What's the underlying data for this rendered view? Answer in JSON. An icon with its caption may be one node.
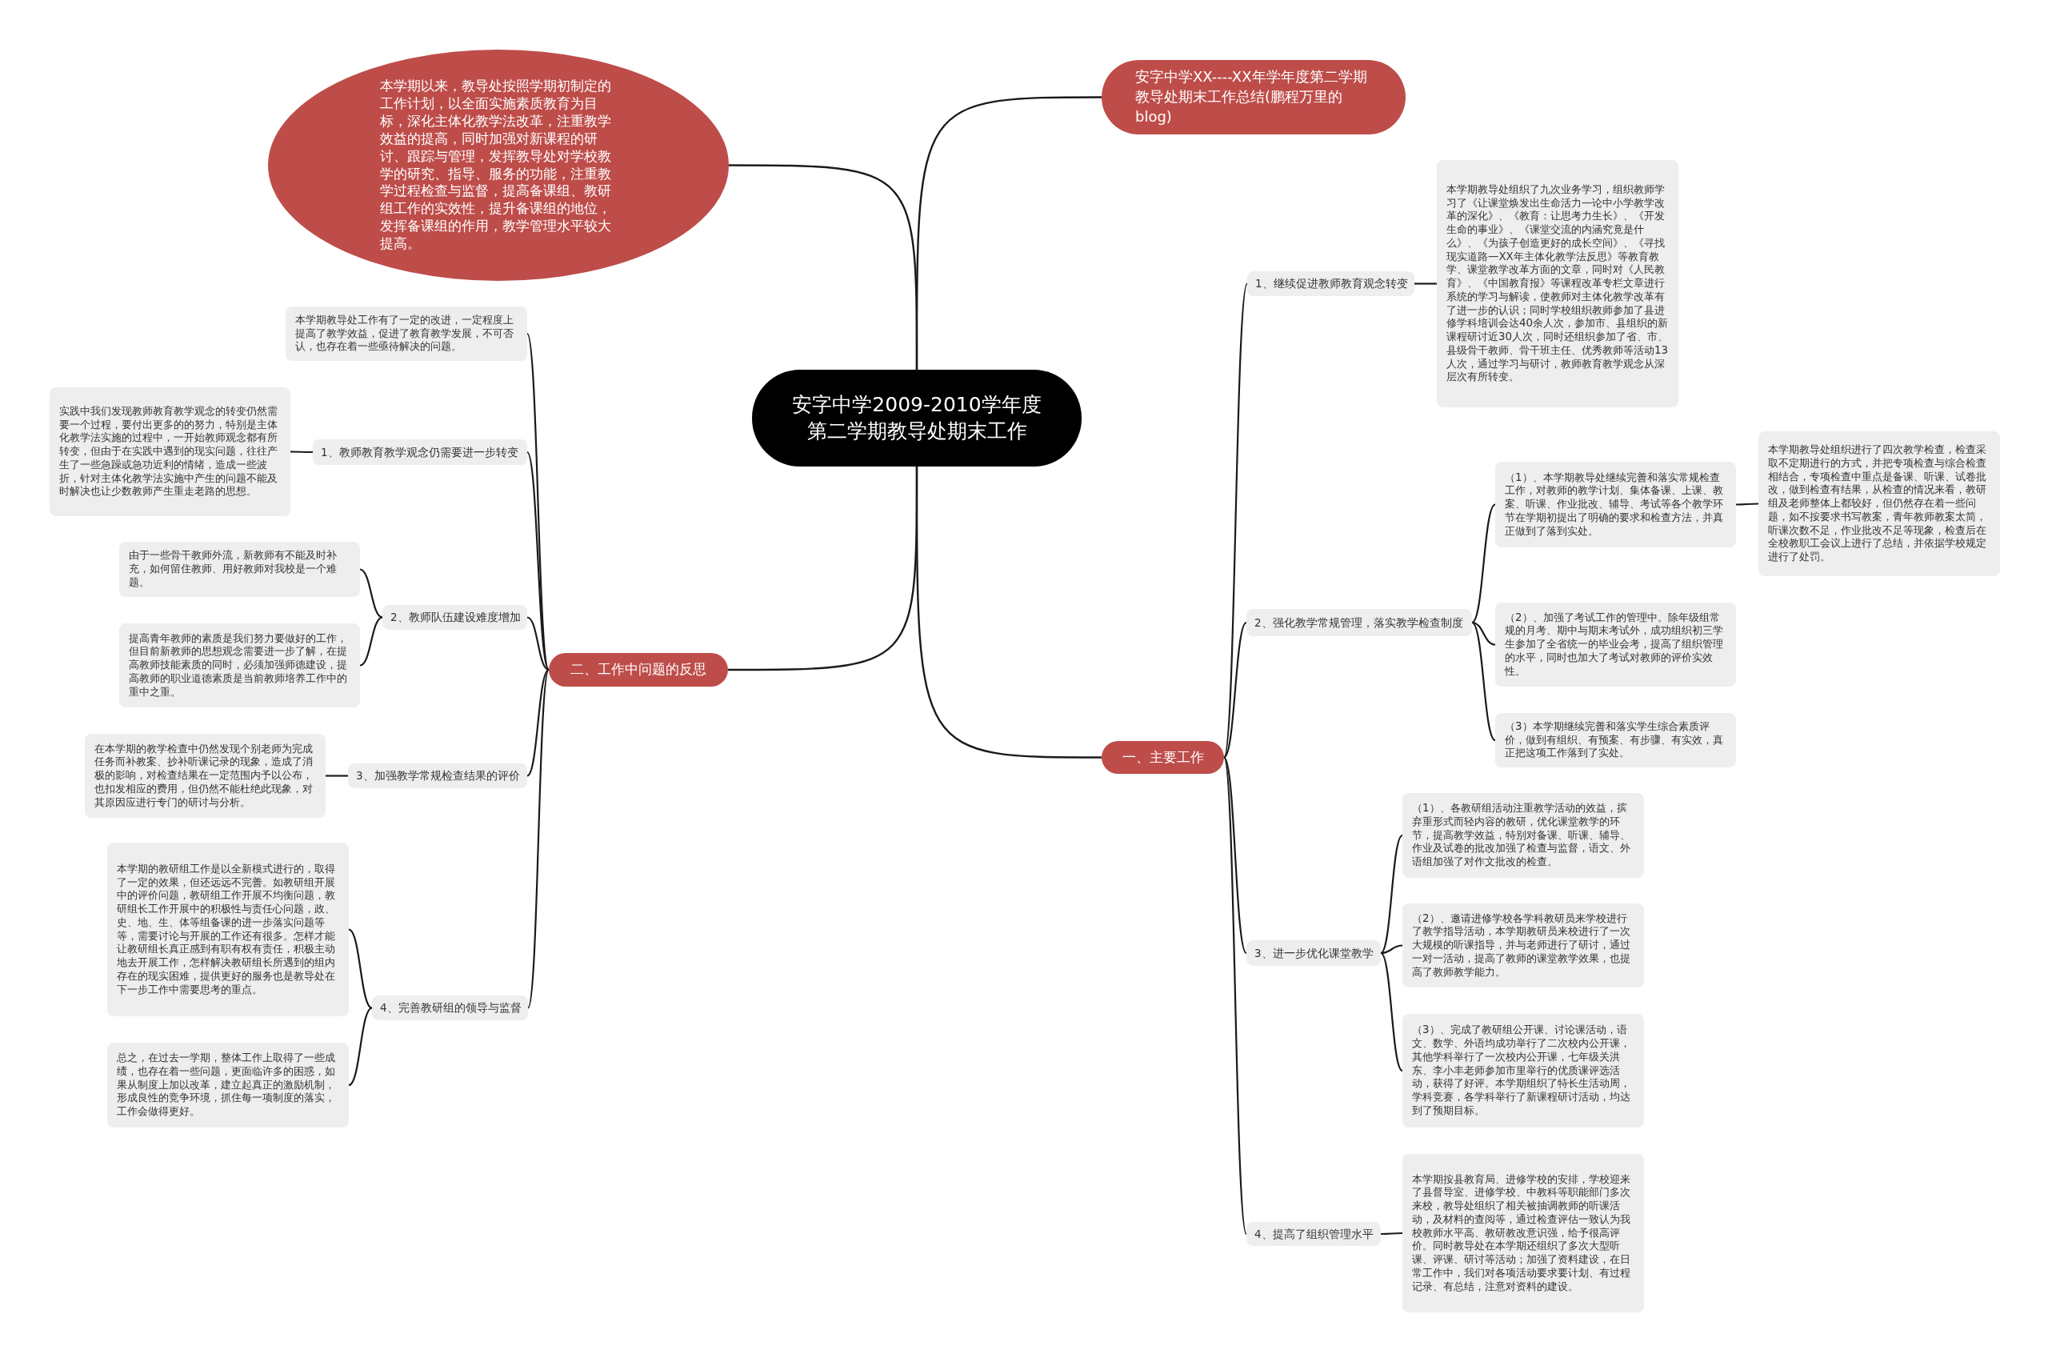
{
  "diagram": {
    "nodes": [
      {
        "text": [
          "安字中学2009-2010学年度第二学期教导处期末工作"
        ]
      },
      {
        "text": [
          "本学期以来，教导处按照学期初制定的工作计划，以全面实施素质教育为目标，深化主体化教学法改革，注重教学效益的提高，同时加强对新课程的研讨、跟踪与管理，发挥教导处对学校教学的研究、指导、服务的功能，注重教学过程检查与监督，提高备课组、教研组工作的实效性，提升备课组的地位，发挥备课组的作用，教学管理水平较大提高。"
        ]
      },
      {
        "text": [
          "安字中学XX----XX年学年度第二学期教导处期末工作总结(鹏程万里的blog)"
        ]
      },
      {
        "text": [
          "二、工作中问题的反思"
        ]
      },
      {
        "text": [
          "一、主要工作"
        ]
      },
      {
        "text": [
          "本学期教导处工作有了一定的改进，一定程度上提高了教学效益，促进了教育教学发展，不可否认，也存在着一些亟待解决的问题。"
        ]
      },
      {
        "text": [
          "1、教师教育教学观念仍需要进一步转变"
        ]
      },
      {
        "text": [
          "实践中我们发现教师教育教学观念的转变仍然需要一个过程，要付出更多的的努力，特别是主体化教学法实施的过程中，一开始教师观念都有所转变，但由于在实践中遇到的现实问题，往往产生了一些急躁或急功近利的情绪，造成一些波折，针对主体化教学法实施中产生的问题不能及时解决也让少数教师产生重走老路的思想。"
        ]
      },
      {
        "text": [
          "2、教师队伍建设难度增加"
        ]
      },
      {
        "text": [
          "由于一些骨干教师外流，新教师有不能及时补充，如何留住教师、用好教师对我校是一个难题。"
        ]
      },
      {
        "text": [
          "提高青年教师的素质是我们努力要做好的工作，但目前新教师的思想观念需要进一步了解，在提高教师技能素质的同时，必须加强师德建设，提高教师的职业道德素质是当前教师培养工作中的重中之重。"
        ]
      },
      {
        "text": [
          "3、加强教学常规检查结果的评价"
        ]
      },
      {
        "text": [
          "在本学期的教学检查中仍然发现个别老师为完成任务而补教案、抄补听课记录的现象，造成了消极的影响，对检查结果在一定范围内予以公布，也扣发相应的费用，但仍然不能杜绝此现象，对其原因应进行专门的研讨与分析。"
        ]
      },
      {
        "text": [
          "4、完善教研组的领导与监督"
        ]
      },
      {
        "text": [
          "本学期的教研组工作是以全新模式进行的，取得了一定的效果，但还远远不完善。如教研组开展中的评价问题，教研组工作开展不均衡问题，教研组长工作开展中的积极性与责任心问题，政、史、地、生、体等组备课的进一步落实问题等等，需要讨论与开展的工作还有很多。怎样才能让教研组长真正感到有职有权有责任，积极主动地去开展工作，怎样解决教研组长所遇到的组内存在的现实困难，提供更好的服务也是教导处在下一步工作中需要思考的重点。"
        ]
      },
      {
        "text": [
          "总之，在过去一学期，整体工作上取得了一些成绩，也存在着一些问题，更面临许多的困惑，如果从制度上加以改革，建立起真正的激励机制，形成良性的竞争环境，抓住每一项制度的落实，工作会做得更好。"
        ]
      },
      {
        "text": [
          "1、继续促进教师教育观念转变"
        ]
      },
      {
        "text": [
          "本学期教导处组织了九次业务学习，组织教师学习了《让课堂焕发出生命活力—论中小学教学改革的深化》、《教育：让思考力生长》、《开发生命的事业》、《课堂交流的内涵究竟是什么》、《为孩子创造更好的成长空间》、《寻找现实道路—XX年主体化教学法反思》等教育教学、课堂教学改革方面的文章，同时对《人民教育》、《中国教育报》等课程改革专栏文章进行系统的学习与解读，使教师对主体化教学改革有了进一步的认识；同时学校组织教师参加了县进修学科培训会达40余人次，参加市、县组织的新课程研讨近30人次，同时还组织参加了省、市、县级骨干教师、骨干班主任、优秀教师等活动13人次，通过学习与研讨，教师教育教学观念从深层次有所转变。"
        ]
      },
      {
        "text": [
          "2、强化教学常规管理，落实教学检查制度"
        ]
      },
      {
        "text": [
          "（1）、本学期教导处继续完善和落实常规检查工作，对教师的教学计划、集体备课、上课、教案、听课、作业批改、辅导、考试等各个教学环节在学期初提出了明确的要求和检查方法，并真正做到了落到实处。"
        ]
      },
      {
        "text": [
          "本学期教导处组织进行了四次教学检查，检查采取不定期进行的方式，并把专项检查与综合检查相结合，专项检查中重点是备课、听课、试卷批改，做到检查有结果，从检查的情况来看，教研组及老师整体上都较好，但仍然存在着一些问题，如不按要求书写教案，青年教师教案太简，听课次数不足，作业批改不足等现象，检查后在全校教职工会议上进行了总结，并依据学校规定进行了处罚。"
        ]
      },
      {
        "text": [
          "（2）、加强了考试工作的管理中。除年级组常规的月考、期中与期末考试外，成功组织初三学生参加了全省统一的毕业会考，提高了组织管理的水平，同时也加大了考试对教师的评价实效性。"
        ]
      },
      {
        "text": [
          "（3）本学期继续完善和落实学生综合素质评价，做到有组织、有预案、有步骤、有实效，真正把这项工作落到了实处。"
        ]
      },
      {
        "text": [
          "3、进一步优化课堂教学"
        ]
      },
      {
        "text": [
          "（1）、各教研组活动注重教学活动的效益，摈弃重形式而轻内容的教研，优化课堂教学的环节，提高教学效益，特别对备课、听课、辅导、作业及试卷的批改加强了检查与监督，语文、外语组加强了对作文批改的检查。"
        ]
      },
      {
        "text": [
          "（2）、邀请进修学校各学科教研员来学校进行了教学指导活动，本学期教研员来校进行了一次大规模的听课指导，并与老师进行了研讨，通过一对一活动，提高了教师的课堂教学效果，也提高了教师教学能力。"
        ]
      },
      {
        "text": [
          "（3）、完成了教研组公开课、讨论课活动，语文、数学、外语均成功举行了二次校内公开课，其他学科举行了一次校内公开课，七年级关洪东、李小丰老师参加市里举行的优质课评选活动，获得了好评。本学期组织了特长生活动周，学科竞赛，各学科举行了新课程研讨活动，均达到了预期目标。"
        ]
      },
      {
        "text": [
          "4、提高了组织管理水平"
        ]
      },
      {
        "text": [
          "本学期按县教育局、进修学校的安排，学校迎来了县督导室、进修学校、中教科等职能部门多次来校，教导处组织了相关被抽调教师的听课活动，及材料的查阅等，通过检查评估一致认为我校教师水平高、教研教改意识强，给予很高评价。同时教导处在本学期还组织了多次大型听课、评课、研讨等活动；加强了资料建设，在日常工作中，我们对各项活动要求要计划、有过程记录、有总结，注意对资料的建设。"
        ]
      }
    ],
    "edges": [
      {
        "from": 0,
        "to": 1,
        "arrow": "none"
      },
      {
        "from": 0,
        "to": 2,
        "arrow": "none"
      },
      {
        "from": 0,
        "to": 3,
        "arrow": "none"
      },
      {
        "from": 0,
        "to": 4,
        "arrow": "none"
      },
      {
        "from": 3,
        "to": 5,
        "arrow": "none"
      },
      {
        "from": 3,
        "to": 6,
        "arrow": "none"
      },
      {
        "from": 3,
        "to": 8,
        "arrow": "none"
      },
      {
        "from": 3,
        "to": 11,
        "arrow": "none"
      },
      {
        "from": 3,
        "to": 13,
        "arrow": "none"
      },
      {
        "from": 6,
        "to": 7,
        "arrow": "none"
      },
      {
        "from": 8,
        "to": 9,
        "arrow": "none"
      },
      {
        "from": 8,
        "to": 10,
        "arrow": "none"
      },
      {
        "from": 11,
        "to": 12,
        "arrow": "none"
      },
      {
        "from": 13,
        "to": 14,
        "arrow": "none"
      },
      {
        "from": 13,
        "to": 15,
        "arrow": "none"
      },
      {
        "from": 4,
        "to": 16,
        "arrow": "none"
      },
      {
        "from": 4,
        "to": 18,
        "arrow": "none"
      },
      {
        "from": 4,
        "to": 23,
        "arrow": "none"
      },
      {
        "from": 4,
        "to": 27,
        "arrow": "none"
      },
      {
        "from": 16,
        "to": 17,
        "arrow": "none"
      },
      {
        "from": 18,
        "to": 19,
        "arrow": "none"
      },
      {
        "from": 18,
        "to": 21,
        "arrow": "none"
      },
      {
        "from": 18,
        "to": 22,
        "arrow": "none"
      },
      {
        "from": 19,
        "to": 20,
        "arrow": "none"
      },
      {
        "from": 23,
        "to": 24,
        "arrow": "none"
      },
      {
        "from": 23,
        "to": 25,
        "arrow": "none"
      },
      {
        "from": 23,
        "to": 26,
        "arrow": "none"
      },
      {
        "from": 27,
        "to": 28,
        "arrow": "none"
      }
    ]
  }
}
